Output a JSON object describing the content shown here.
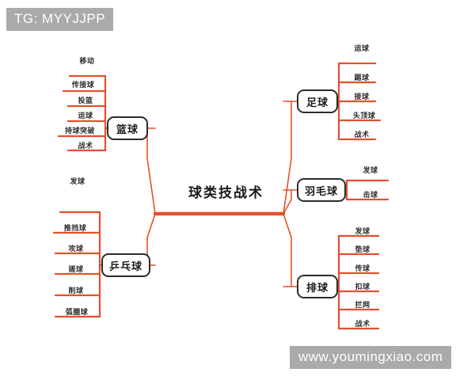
{
  "watermarks": {
    "top": "TG: MYYJJPP",
    "bottom": "www.youmingxiao.com"
  },
  "colors": {
    "connector": "#E2512B",
    "connector_light": "#E57A52",
    "node_border": "#2b2b2b",
    "text": "#1a1a1a",
    "watermark_bg": "#aaaaaa",
    "background": "#ffffff"
  },
  "mindmap": {
    "center": "球类技战术",
    "branches": [
      {
        "id": "basketball",
        "label": "篮球",
        "side": "left",
        "leaves": [
          "移动",
          "传接球",
          "投篮",
          "运球",
          "持球突破",
          "战术"
        ]
      },
      {
        "id": "pingpong",
        "label": "乒乓球",
        "side": "left",
        "leaves": [
          "发球",
          "推挡球",
          "攻球",
          "搓球",
          "削球",
          "弧圈球"
        ]
      },
      {
        "id": "football",
        "label": "足球",
        "side": "right",
        "leaves": [
          "运球",
          "踢球",
          "接球",
          "头顶球",
          "战术"
        ]
      },
      {
        "id": "badminton",
        "label": "羽毛球",
        "side": "right",
        "leaves": [
          "发球",
          "击球"
        ]
      },
      {
        "id": "volleyball",
        "label": "排球",
        "side": "right",
        "leaves": [
          "发球",
          "垫球",
          "传球",
          "扣球",
          "拦网",
          "战术"
        ]
      }
    ]
  }
}
